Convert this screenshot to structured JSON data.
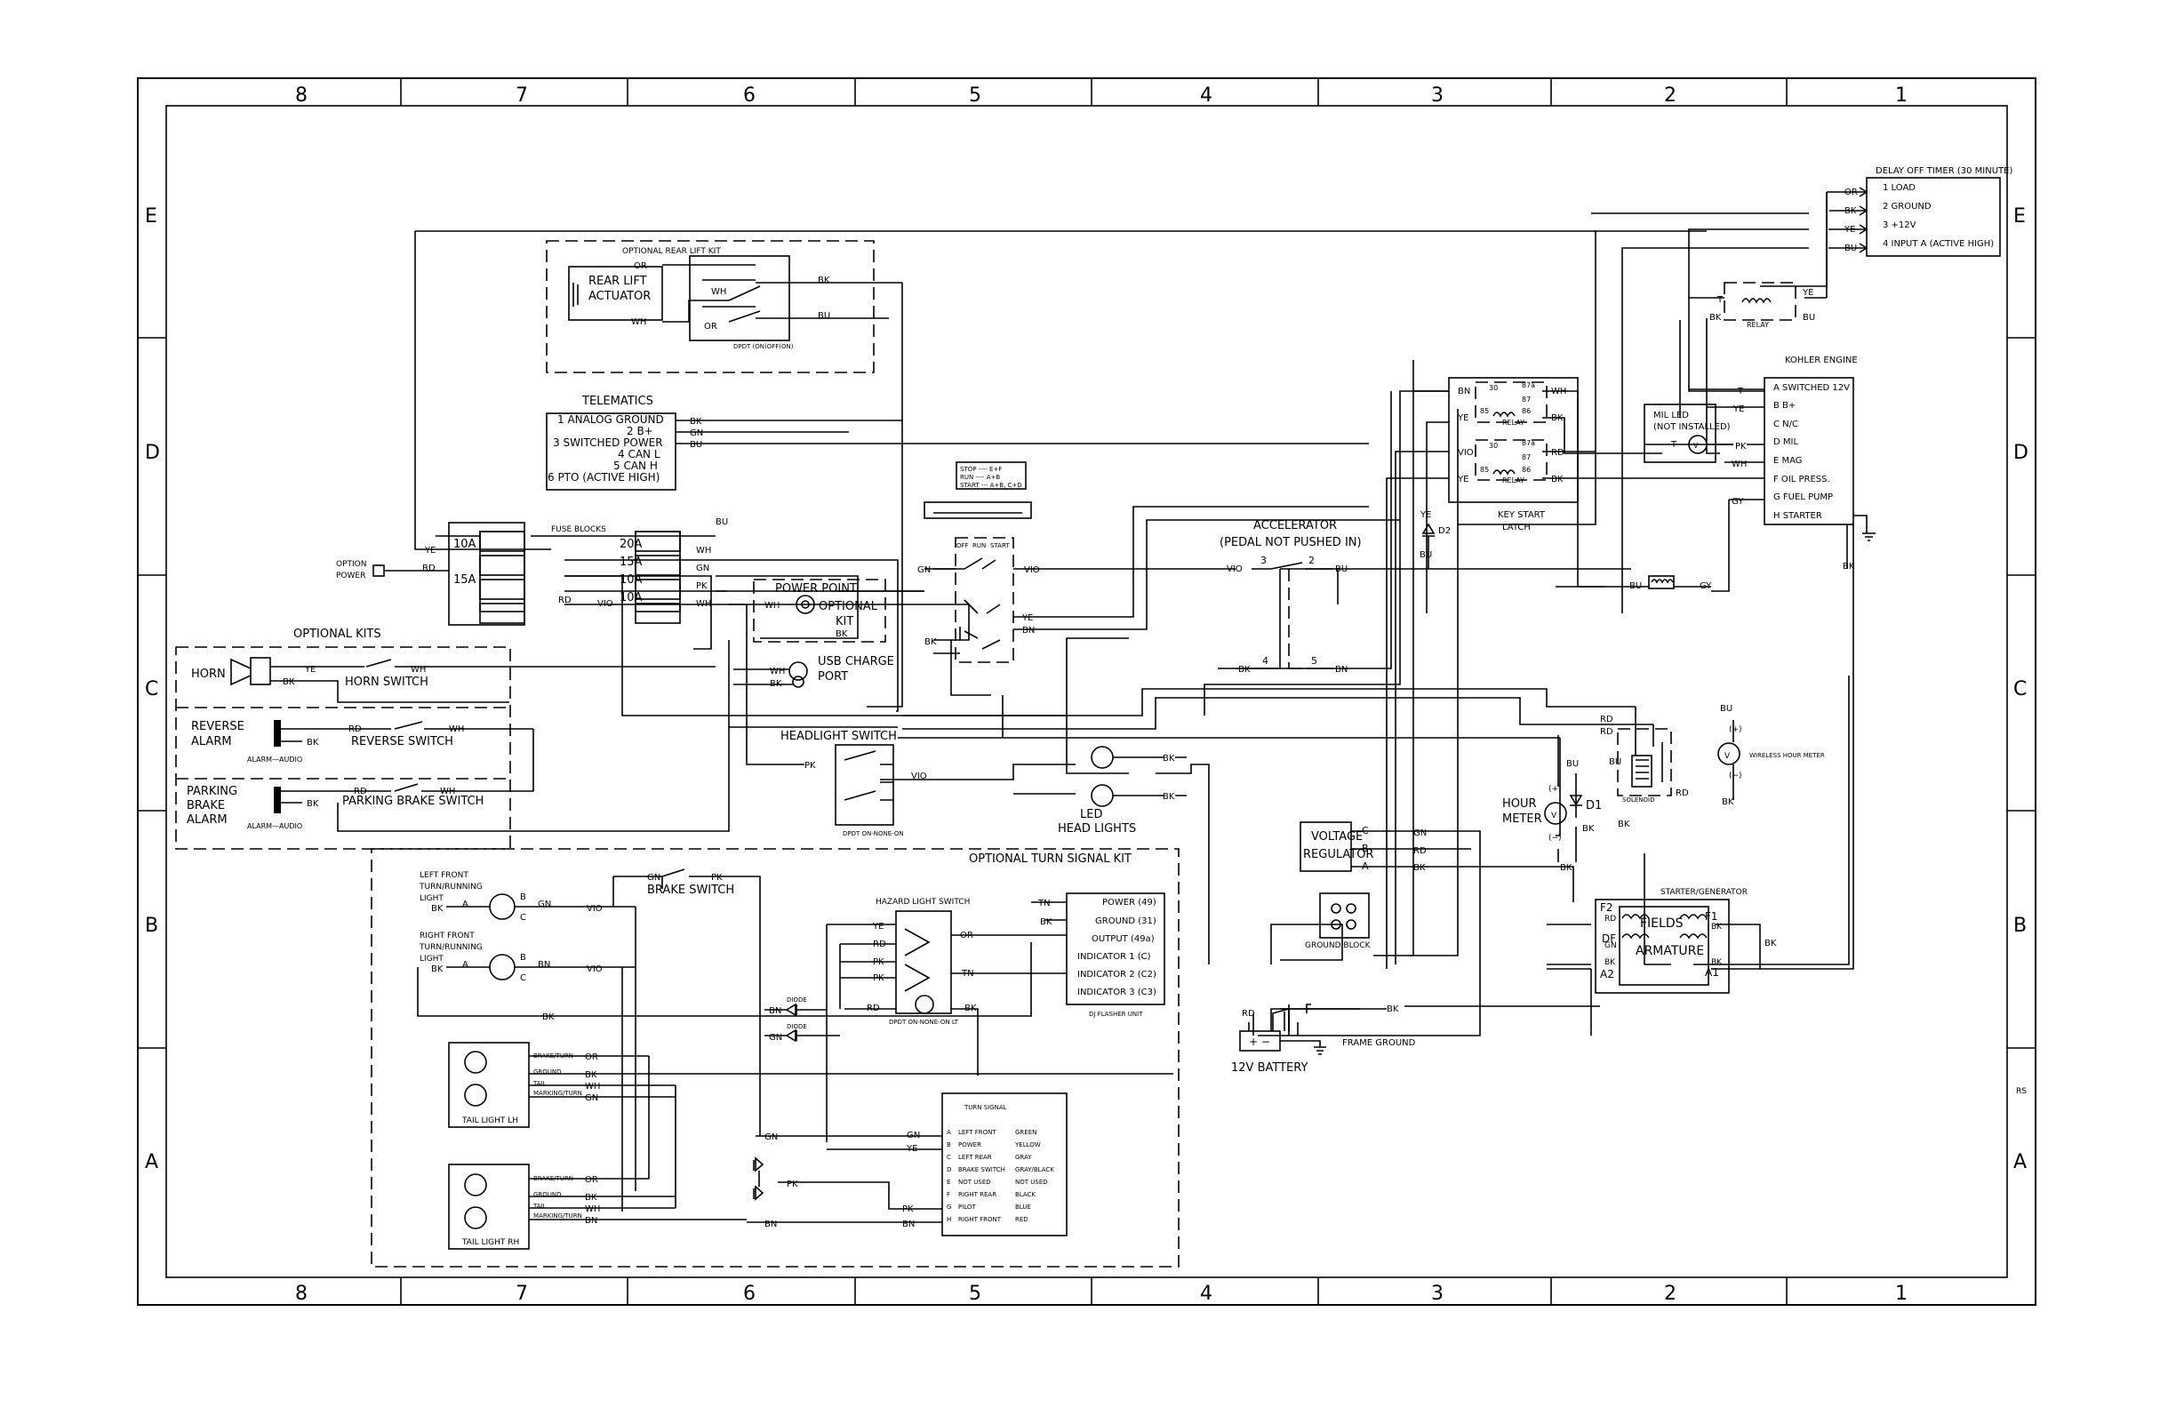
{
  "grid": {
    "columns": [
      "8",
      "7",
      "6",
      "5",
      "4",
      "3",
      "2",
      "1"
    ],
    "rows": [
      "E",
      "D",
      "C",
      "B",
      "A"
    ]
  },
  "labels": {
    "delay_timer_title": "DELAY OFF TIMER (30 MINUTE)",
    "delay_timer_pins": [
      "1 LOAD",
      "2 GROUND",
      "3 +12V",
      "4 INPUT A (ACTIVE HIGH)"
    ],
    "delay_timer_wires": [
      "OR",
      "BK",
      "YE",
      "BU"
    ],
    "rear_lift_title": "OPTIONAL REAR LIFT KIT",
    "rear_lift_actuator": [
      "REAR LIFT",
      "ACTUATOR"
    ],
    "rear_lift_switch": "DPDT (ON)OFF(ON)",
    "telematics_title": "TELEMATICS",
    "telematics_pins": [
      "1 ANALOG GROUND",
      "2 B+",
      "3 SWITCHED POWER",
      "4 CAN L",
      "5 CAN H",
      "6 PTO (ACTIVE HIGH)"
    ],
    "telematics_wires": [
      "BK",
      "GN",
      "BU"
    ],
    "fuse_blocks": "FUSE BLOCKS",
    "fuses_left": [
      "10A",
      "15A"
    ],
    "fuses_right": [
      "20A",
      "15A",
      "10A",
      "10A"
    ],
    "option_power": [
      "OPTION",
      "POWER"
    ],
    "power_point": [
      "POWER POINT",
      "OPTIONAL",
      "KIT"
    ],
    "usb_charge": [
      "USB CHARGE",
      "PORT"
    ],
    "optional_kits": "OPTIONAL KITS",
    "horn": "HORN",
    "horn_switch": "HORN SWITCH",
    "reverse_alarm": [
      "REVERSE",
      "ALARM"
    ],
    "reverse_switch": "REVERSE SWITCH",
    "alarm_audio": "ALARM—AUDIO",
    "parking_brake_alarm": [
      "PARKING",
      "BRAKE",
      "ALARM"
    ],
    "parking_brake_switch": "PARKING BRAKE SWITCH",
    "key_switch_legend": [
      "STOP ---- E+F",
      "RUN ---- A+B",
      "START --- A+B, C+D"
    ],
    "key_switch_positions": [
      "OFF",
      "RUN",
      "START"
    ],
    "accelerator": [
      "ACCELERATOR",
      "(PEDAL  NOT PUSHED IN)"
    ],
    "accel_terminals": [
      "3",
      "2",
      "4",
      "5"
    ],
    "headlight_switch": "HEADLIGHT SWITCH",
    "headlight_switch_type": "DPDT ON-NONE-ON",
    "led_headlights": [
      "LED",
      "HEAD LIGHTS"
    ],
    "relay": "RELAY",
    "relay_pins": [
      "30",
      "87a",
      "87",
      "85",
      "86"
    ],
    "key_start_latch": [
      "KEY START",
      "LATCH"
    ],
    "kohler_title": "KOHLER ENGINE",
    "kohler_pins": [
      "A SWITCHED 12V",
      "B B+",
      "C N/C",
      "D MIL",
      "E MAG",
      "F OIL PRESS.",
      "G FUEL PUMP",
      "H STARTER"
    ],
    "mil_led": [
      "MIL LED",
      "(NOT INSTALLED)"
    ],
    "d2": "D2",
    "d1": "D1",
    "hour_meter": [
      "HOUR",
      "METER"
    ],
    "wireless_hour_meter": "WIRELESS HOUR METER",
    "solenoid": "SOLENOID",
    "voltage_regulator": [
      "VOLTAGE",
      "REGULATOR"
    ],
    "reg_terminals": [
      "C",
      "B",
      "A"
    ],
    "ground_block": "GROUND BLOCK",
    "starter_generator": "STARTER/GENERATOR",
    "fields": "FIELDS",
    "armature": "ARMATURE",
    "sg_terminals": [
      "F2",
      "F1",
      "DF",
      "A2",
      "A1"
    ],
    "battery": "12V BATTERY",
    "frame_ground": "FRAME GROUND",
    "turn_kit_title": "OPTIONAL TURN SIGNAL KIT",
    "left_front": [
      "LEFT FRONT",
      "TURN/RUNNING",
      "LIGHT"
    ],
    "right_front": [
      "RIGHT FRONT",
      "TURN/RUNNING",
      "LIGHT"
    ],
    "brake_switch": "BRAKE SWITCH",
    "hazard_switch": "HAZARD LIGHT SWITCH",
    "hazard_switch_type": "DPDT ON-NONE-ON LT",
    "flasher_pins": [
      "POWER (49)",
      "GROUND (31)",
      "OUTPUT (49a)",
      "INDICATOR 1 (C)",
      "INDICATOR 2 (C2)",
      "INDICATOR 3 (C3)"
    ],
    "flasher_unit": "DJ FLASHER UNIT",
    "diode": "DIODE",
    "tail_pins": [
      "BRAKE/TURN",
      "GROUND",
      "TAIL",
      "MARKING/TURN"
    ],
    "tail_lh": "TAIL LIGHT LH",
    "tail_rh": "TAIL LIGHT RH",
    "turn_signal_title": "TURN SIGNAL",
    "turn_signal_rows": [
      [
        "LEFT FRONT",
        "GREEN"
      ],
      [
        "POWER",
        "YELLOW"
      ],
      [
        "LEFT REAR",
        "GRAY"
      ],
      [
        "BRAKE SWITCH",
        "GRAY/BLACK"
      ],
      [
        "NOT USED",
        "NOT USED"
      ],
      [
        "RIGHT REAR",
        "BLACK"
      ],
      [
        "PILOT",
        "BLUE"
      ],
      [
        "RIGHT FRONT",
        "RED"
      ]
    ],
    "turn_signal_pins": [
      "A",
      "B",
      "C",
      "D",
      "E",
      "F",
      "G",
      "H"
    ],
    "lamp_pins": [
      "A",
      "B",
      "C"
    ],
    "side_code": "RS"
  },
  "wires": {
    "OR": "OR",
    "BK": "BK",
    "YE": "YE",
    "BU": "BU",
    "WH": "WH",
    "GN": "GN",
    "RD": "RD",
    "VIO": "VIO",
    "PK": "PK",
    "BN": "BN",
    "TN": "TN",
    "GY": "GY",
    "T": "T",
    "V": "V"
  }
}
